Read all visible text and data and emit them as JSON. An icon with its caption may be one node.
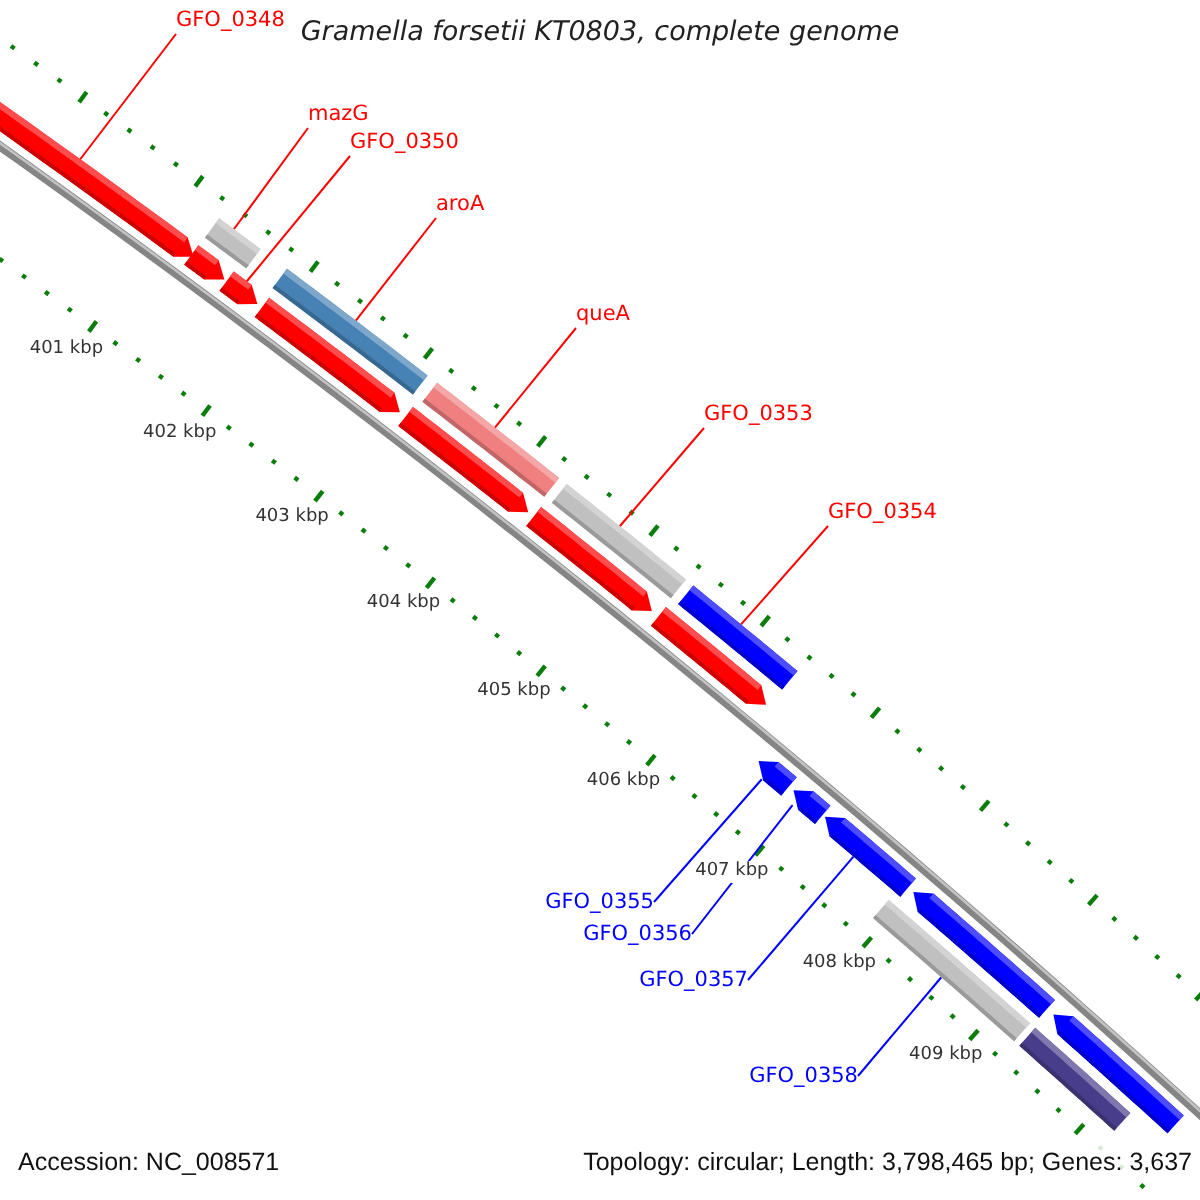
{
  "diagram": {
    "title": "Gramella forsetii KT0803, complete genome",
    "nodes": [
      {
        "text": [
          "GFO_0348"
        ]
      },
      {
        "text": [
          "mazG"
        ]
      },
      {
        "text": [
          "GFO_0350"
        ]
      },
      {
        "text": [
          "aroA"
        ]
      },
      {
        "text": [
          "queA"
        ]
      },
      {
        "text": [
          "GFO_0353"
        ]
      },
      {
        "text": [
          "GFO_0354"
        ]
      },
      {
        "text": [
          "GFO_0355"
        ]
      },
      {
        "text": [
          "GFO_0356"
        ]
      },
      {
        "text": [
          "GFO_0357"
        ]
      },
      {
        "text": [
          "GFO_0358"
        ]
      },
      {
        "text": [],
        "shape": "arrow"
      },
      {
        "text": [],
        "shape": "arrow"
      },
      {
        "text": [],
        "shape": "box"
      },
      {
        "text": [],
        "shape": "arrow"
      },
      {
        "text": [],
        "shape": "box"
      },
      {
        "text": [],
        "shape": "arrow"
      },
      {
        "text": [],
        "shape": "box"
      },
      {
        "text": [],
        "shape": "arrow"
      },
      {
        "text": [],
        "shape": "box"
      },
      {
        "text": [],
        "shape": "arrow"
      },
      {
        "text": [],
        "shape": "box"
      },
      {
        "text": [],
        "shape": "arrow"
      },
      {
        "text": [],
        "shape": "arrow"
      },
      {
        "text": [],
        "shape": "arrow"
      },
      {
        "text": [],
        "shape": "arrow"
      },
      {
        "text": [],
        "shape": "box"
      },
      {
        "text": [],
        "shape": "arrow"
      },
      {
        "text": [],
        "shape": "box"
      },
      {
        "text": [],
        "shape": "arrow"
      }
    ],
    "edges": [
      {
        "from": 0,
        "to": 11,
        "arrow": "none"
      },
      {
        "from": 1,
        "to": 13,
        "arrow": "none"
      },
      {
        "from": 2,
        "to": 14,
        "arrow": "none"
      },
      {
        "from": 3,
        "to": 15,
        "arrow": "none"
      },
      {
        "from": 4,
        "to": 17,
        "arrow": "none"
      },
      {
        "from": 5,
        "to": 19,
        "arrow": "none"
      },
      {
        "from": 6,
        "to": 21,
        "arrow": "none"
      },
      {
        "from": 7,
        "to": 23,
        "arrow": "none",
        "color": "#0000ff"
      },
      {
        "from": 8,
        "to": 24,
        "arrow": "none",
        "color": "#0000ff"
      },
      {
        "from": 9,
        "to": 25,
        "arrow": "none",
        "color": "#0000ff"
      },
      {
        "from": 10,
        "to": 26,
        "arrow": "none",
        "color": "#0000ff"
      }
    ],
    "labels": [
      "401 kbp",
      "402 kbp",
      "403 kbp",
      "404 kbp",
      "405 kbp",
      "406 kbp",
      "407 kbp",
      "408 kbp",
      "409 kbp",
      "Accession: NC_008571",
      "Topology: circular; Length: 3,798,465 bp; Genes: 3,637"
    ]
  }
}
